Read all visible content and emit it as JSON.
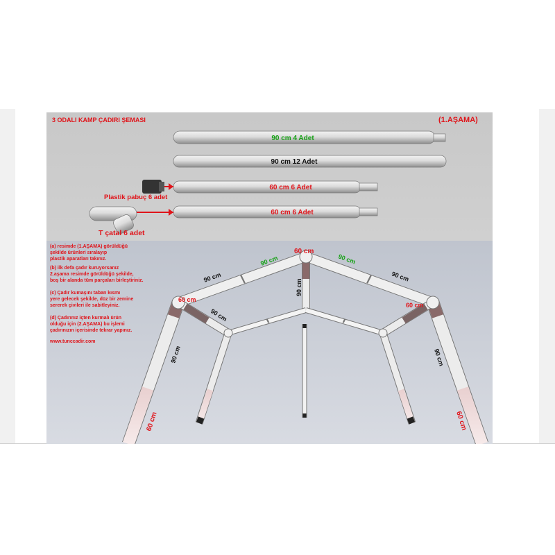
{
  "title": "3 ODALI KAMP ÇADIRI ŞEMASI",
  "stage": "(1.AŞAMA)",
  "parts": {
    "pole_90_green": "90 cm 4 Adet",
    "pole_90_black": "90 cm 12 Adet",
    "pole_60_a": "60 cm 6 Adet",
    "pole_60_b": "60 cm 6 Adet",
    "shoe_label": "Plastik pabuç 6 adet",
    "tee_label": "T çatal 6 adet"
  },
  "instructions": {
    "a": [
      "(a) resimde (1.AŞAMA) görüldüğü",
      "şekilde ürünleri sıralayıp",
      "plastik aparatları takınız."
    ],
    "b": [
      "(b) ilk defa çadır kuruyorsanız",
      "2.aşama resimde görüldüğü şekilde,",
      "boş bir alanda tüm parçaları birleştiriniz."
    ],
    "c": [
      "(c) Çadır kumaşını taban kısmı",
      "yere gelecek şekilde, düz bir zemine",
      "sererek çivileri ile sabitleyiniz."
    ],
    "d": [
      "(d) Çadırınız içten kurmalı ürün",
      "olduğu için  (2.AŞAMA) bu işlemi",
      "çadırınızın içerisinde tekrar yapınız."
    ]
  },
  "website": "www.tunccadir.com",
  "frame_labels": {
    "top_joint": "60 cm",
    "left_joint": "60 cm",
    "right_joint": "60 cm",
    "left_upper": "90 cm",
    "green_left": "90 cm",
    "green_right": "90 cm",
    "right_upper": "90 cm",
    "center_vertical": "90 cm",
    "inner_left": "90 cm",
    "left_leg": "90 cm",
    "right_leg": "90 cm",
    "left_foot": "60 cm",
    "right_foot": "60 cm"
  },
  "colors": {
    "red": "#e0141a",
    "green": "#15a014",
    "panel_top": "#cccccc",
    "panel_bottom": "#c4c9d3"
  }
}
